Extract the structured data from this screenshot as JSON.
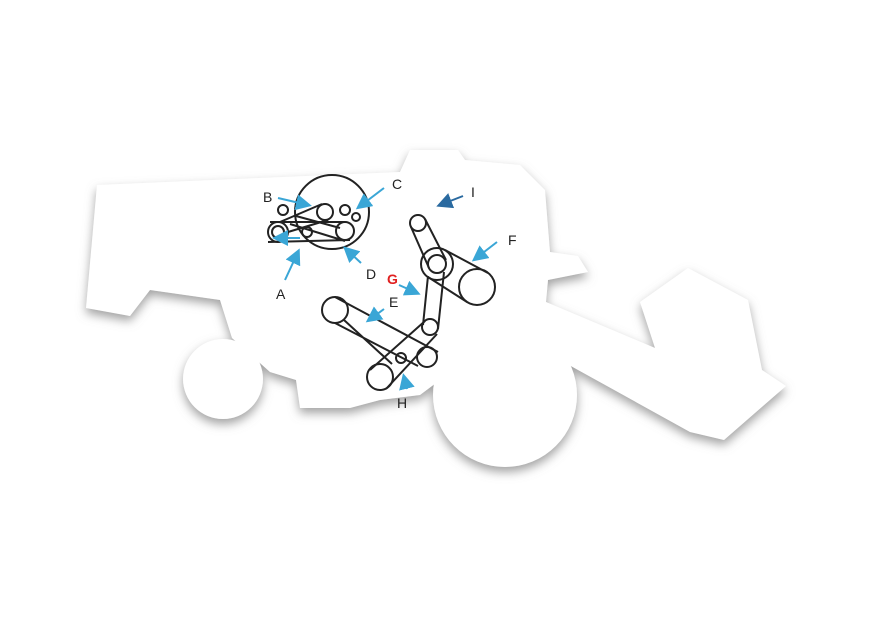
{
  "diagram": {
    "subject": "combine-harvester-belt-drives",
    "labels": {
      "A": "A",
      "B": "B",
      "C": "C",
      "D": "D",
      "E": "E",
      "F": "F",
      "G": "G",
      "H": "H",
      "I": "I"
    },
    "colors": {
      "arrow": "#3aa6d6",
      "arrow_i": "#2a6aa0",
      "label": "#222222",
      "label_highlight": "#e02020",
      "silhouette": "#ffffff",
      "shadow": "#9a9a9a"
    }
  }
}
